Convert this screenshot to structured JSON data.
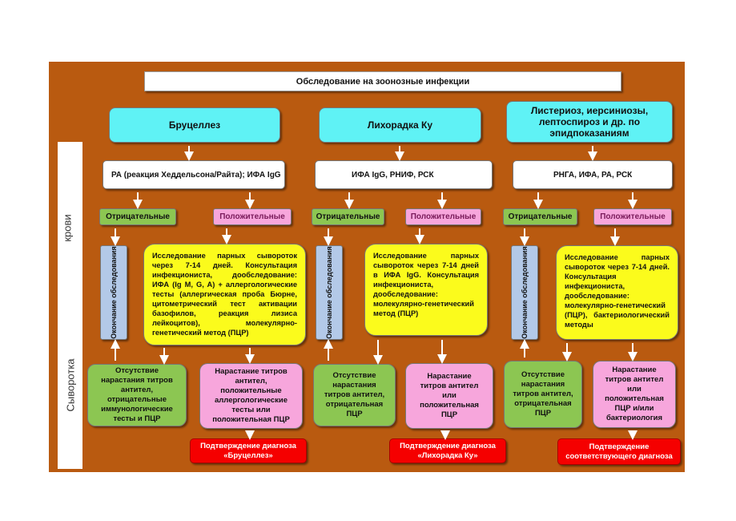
{
  "title": "Обследование на зоонозные инфекции",
  "side_labels": {
    "top": "крови",
    "bottom": "Сыворотка"
  },
  "columns": [
    {
      "disease": "Бруцеллез",
      "tests": "РА  (реакция Хеддельсона/Райта); ИФА IgG",
      "negative": "Отрицательные",
      "positive": "Положительные",
      "end_exam": "Окончание обследования",
      "followup": "Исследование парных сывороток через 7-14 дней. Консультация инфекциониста, дообследование: ИФА (Ig M, G, A) + аллергологические тесты (аллергическая проба Бюрне, цитометрический тест активации базофилов, реакция лизиса лейкоцитов), молекулярно-генетический метод (ПЦР)",
      "absence": "Отсутствие\nнарастания титров\nантител,\nотрицательные\nиммунологические\nтесты и ПЦР",
      "increase": "Нарастание титров\nантител,\nположительные\nаллергологические\nтесты или\nположительная ПЦР",
      "confirm": "Подтверждение диагноза\n«Бруцеллез»"
    },
    {
      "disease": "Лихорадка Ку",
      "tests": "ИФА IgG, РНИФ, РСК",
      "negative": "Отрицательные",
      "positive": "Положительные",
      "end_exam": "Окончание обследования",
      "followup": "Исследование парных сывороток через 7-14 дней в ИФА IgG. Консультация инфекциониста, дообследование: молекулярно-генетический метод (ПЦР)",
      "absence": "Отсутствие\nнарастания\nтитров антител,\nотрицательная\nПЦР",
      "increase": "Нарастание\nтитров антител\nили\nположительная\nПЦР",
      "confirm": "Подтверждение диагноза\n«Лихорадка Ку»"
    },
    {
      "disease": "Листериоз, иерсиниозы,\nлептоспироз и др. по\nэпидпоказаниям",
      "tests": "РНГА, ИФА, РА, РСК",
      "negative": "Отрицательные",
      "positive": "Положительные",
      "end_exam": "Окончание обследования",
      "followup": "Исследование парных сывороток через 7-14 дней. Консультация инфекциониста, дообследование: молекулярно-генетический (ПЦР), бактериологический методы",
      "absence": "Отсутствие\nнарастания\nтитров антител,\nотрицательная\nПЦР",
      "increase": "Нарастание\nтитров антител\nили\nположительная\nПЦР и/или\nбактериология",
      "confirm": "Подтверждение\nсоответствующего диагноза"
    }
  ]
}
